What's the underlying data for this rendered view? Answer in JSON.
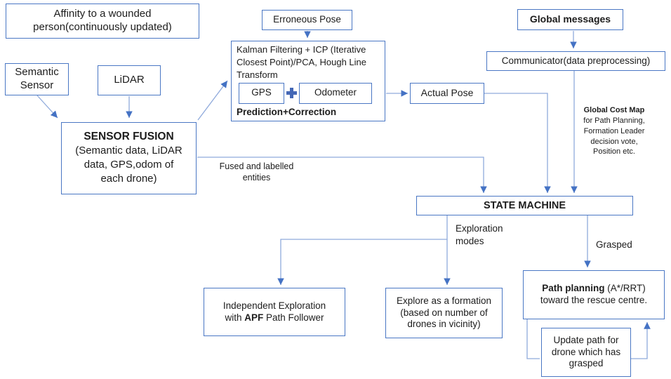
{
  "diagram": {
    "nodes": {
      "affinity": {
        "label": "Affinity to a wounded person(continuously updated)"
      },
      "semantic_sensor": {
        "label": "Semantic Sensor"
      },
      "lidar": {
        "label": "LiDAR"
      },
      "sensor_fusion": {
        "title": "SENSOR FUSION",
        "detail": "(Semantic data, LiDAR data, GPS,odom of each drone)"
      },
      "erroneous_pose": {
        "label": "Erroneous Pose"
      },
      "kalman": {
        "label": "Kalman Filtering + ICP (Iterative Closest Point)/PCA, Hough Line Transform",
        "gps": "GPS",
        "odometer": "Odometer",
        "footer": "Prediction+Correction"
      },
      "actual_pose": {
        "label": "Actual Pose"
      },
      "global_messages": {
        "label": "Global messages"
      },
      "communicator": {
        "label": "Communicator(data preprocessing)"
      },
      "state_machine": {
        "label": "STATE MACHINE"
      },
      "independent_exploration": {
        "text_before": "Independent Exploration with ",
        "text_bold": "APF",
        "text_after": " Path Follower"
      },
      "explore_formation": {
        "label": "Explore as a formation (based on number of drones in vicinity)"
      },
      "path_planning": {
        "title_bold": "Path planning",
        "title_rest": " (A*/RRT)",
        "line2": "toward the rescue centre."
      },
      "update_path": {
        "label": "Update path for drone which has grasped"
      }
    },
    "edge_labels": {
      "fused_entities": "Fused and labelled entities",
      "global_cost_map_bold": "Global Cost Map",
      "global_cost_map_rest": "for Path Planning, Formation Leader decision vote, Position etc.",
      "exploration_modes": "Exploration modes",
      "grasped": "Grasped"
    },
    "icons": {
      "kalman_fusion_operator": "plus-icon"
    },
    "colors": {
      "node_border": "#4a77c4",
      "connector": "#8faadc",
      "arrowhead": "#4472c4",
      "plus_icon": "#4467b5",
      "text": "#1c1c1c"
    }
  }
}
